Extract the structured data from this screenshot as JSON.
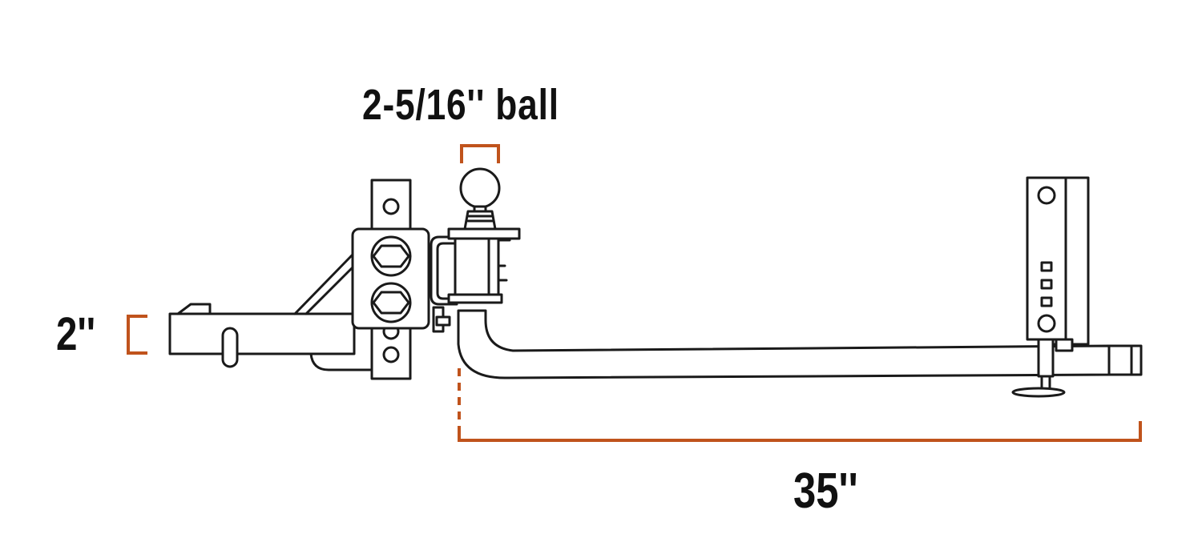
{
  "labels": {
    "ball_size": "2-5/16'' ball",
    "shank_size": "2''",
    "bar_length": "35''"
  },
  "colors": {
    "dimension": "#c0531c",
    "ink": "#1a1a1a",
    "background": "#ffffff"
  }
}
